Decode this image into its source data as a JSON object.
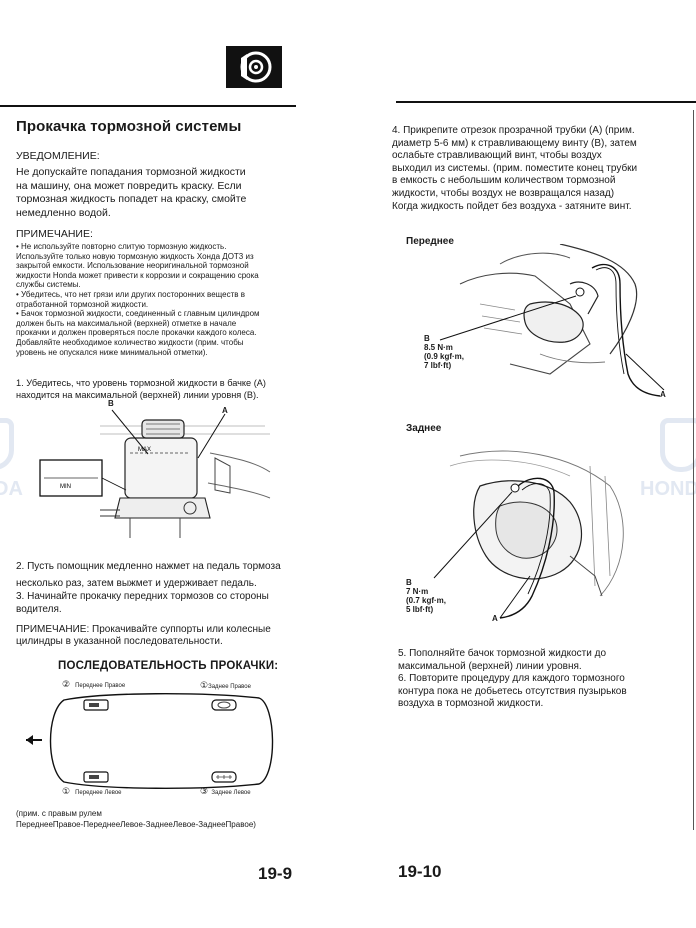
{
  "left": {
    "title": "Прокачка тормозной системы",
    "notice_heading": "УВЕДОМЛЕНИЕ:",
    "notice_lines": [
      "Не допускайте попадания тормозной жидкости",
      "на машину, она может повредить краску. Если",
      "тормозная жидкость попадет на краску, смойте",
      "немедленно водой."
    ],
    "note_heading": "ПРИМЕЧАНИЕ:",
    "note_lines": [
      "• Не используйте повторно слитую тормозную жидкость.",
      "Используйте только новую тормозную жидкость Хонда ДОТ3 из",
      "закрытой емкости. Использование неоригинальной тормозной",
      "жидкости Honda может привести к коррозии и сокращению срока",
      "службы системы.",
      "• Убедитесь, что нет грязи или других посторонних веществ в",
      "отработанной тормозной жидкости.",
      "• Бачок тормозной жидкости, соединенный с главным цилиндром",
      "должен быть на максимальной (верхней) отметке в начале",
      "прокачки и должен проверяться после прокачки каждого колеса.",
      "Добавляйте необходимое количество жидкости (прим. чтобы",
      "уровень не опускался ниже минимальной отметки)."
    ],
    "step1_lines": [
      "1. Убедитесь, что уровень тормозной жидкости в бачке (А)",
      "находится на максимальной (верхней) линии уровня (В)."
    ],
    "fig1": {
      "label_b": "B",
      "label_a": "A",
      "inset_text": "MIN",
      "max_text": "MAX"
    },
    "step2_lines": [
      "2. Пусть помощник медленно нажмет на педаль тормоза",
      "несколько раз, затем выжмет и удерживает педаль.",
      "3. Начинайте прокачку передних тормозов со стороны",
      "водителя."
    ],
    "note2_lines": [
      "ПРИМЕЧАНИЕ: Прокачивайте суппорты или колесные",
      "цилиндры в указанной последовательности."
    ],
    "sequence": {
      "title": "ПОСЛЕДОВАТЕЛЬНОСТЬ ПРОКАЧКИ:",
      "wheels": [
        {
          "num": "②",
          "label": "Переднее Правое"
        },
        {
          "num": "①",
          "label": "Заднее Правое"
        },
        {
          "num": "①",
          "label": "Переднее Левое"
        },
        {
          "num": "③",
          "label": "Заднее Левое"
        }
      ]
    },
    "footnote_lines": [
      "(прим. с правым рулем",
      "ПереднееПравое-ПереднееЛевое-ЗаднееЛевое-ЗаднееПравое)"
    ],
    "page_number": "19-9"
  },
  "right": {
    "step4_lines": [
      "4. Прикрепите отрезок прозрачной трубки (А) (прим.",
      "диаметр 5-6 мм) к стравливающему винту (В), затем",
      "ослабьте стравливающий винт, чтобы воздух",
      "выходил из системы. (прим. поместите конец трубки",
      "в емкость с небольшим количеством тормозной",
      "жидкости, чтобы воздух не возвращался назад)",
      "Когда жидкость пойдет без воздуха - затяните винт."
    ],
    "front": {
      "heading": "Переднее",
      "spec_lines": [
        "B",
        "8.5 N·m",
        "(0.9 kgf·m,",
        "7 lbf·ft)"
      ],
      "label_a": "A"
    },
    "rear": {
      "heading": "Заднее",
      "spec_lines": [
        "B",
        "7 N·m",
        "(0.7 kgf·m,",
        "5 lbf·ft)"
      ],
      "label_a": "A"
    },
    "step5_lines": [
      "5. Пополняйте бачок тормозной жидкости до",
      "максимальной (верхней) линии уровня.",
      "6. Повторите процедуру для каждого тормозного",
      "контура пока не добьетесь отсутствия пузырьков",
      "воздуха в тормозной жидкости."
    ],
    "page_number": "19-10"
  },
  "watermark": {
    "left": "DA",
    "right": "HONDA"
  },
  "icon": "brake-disc-icon"
}
